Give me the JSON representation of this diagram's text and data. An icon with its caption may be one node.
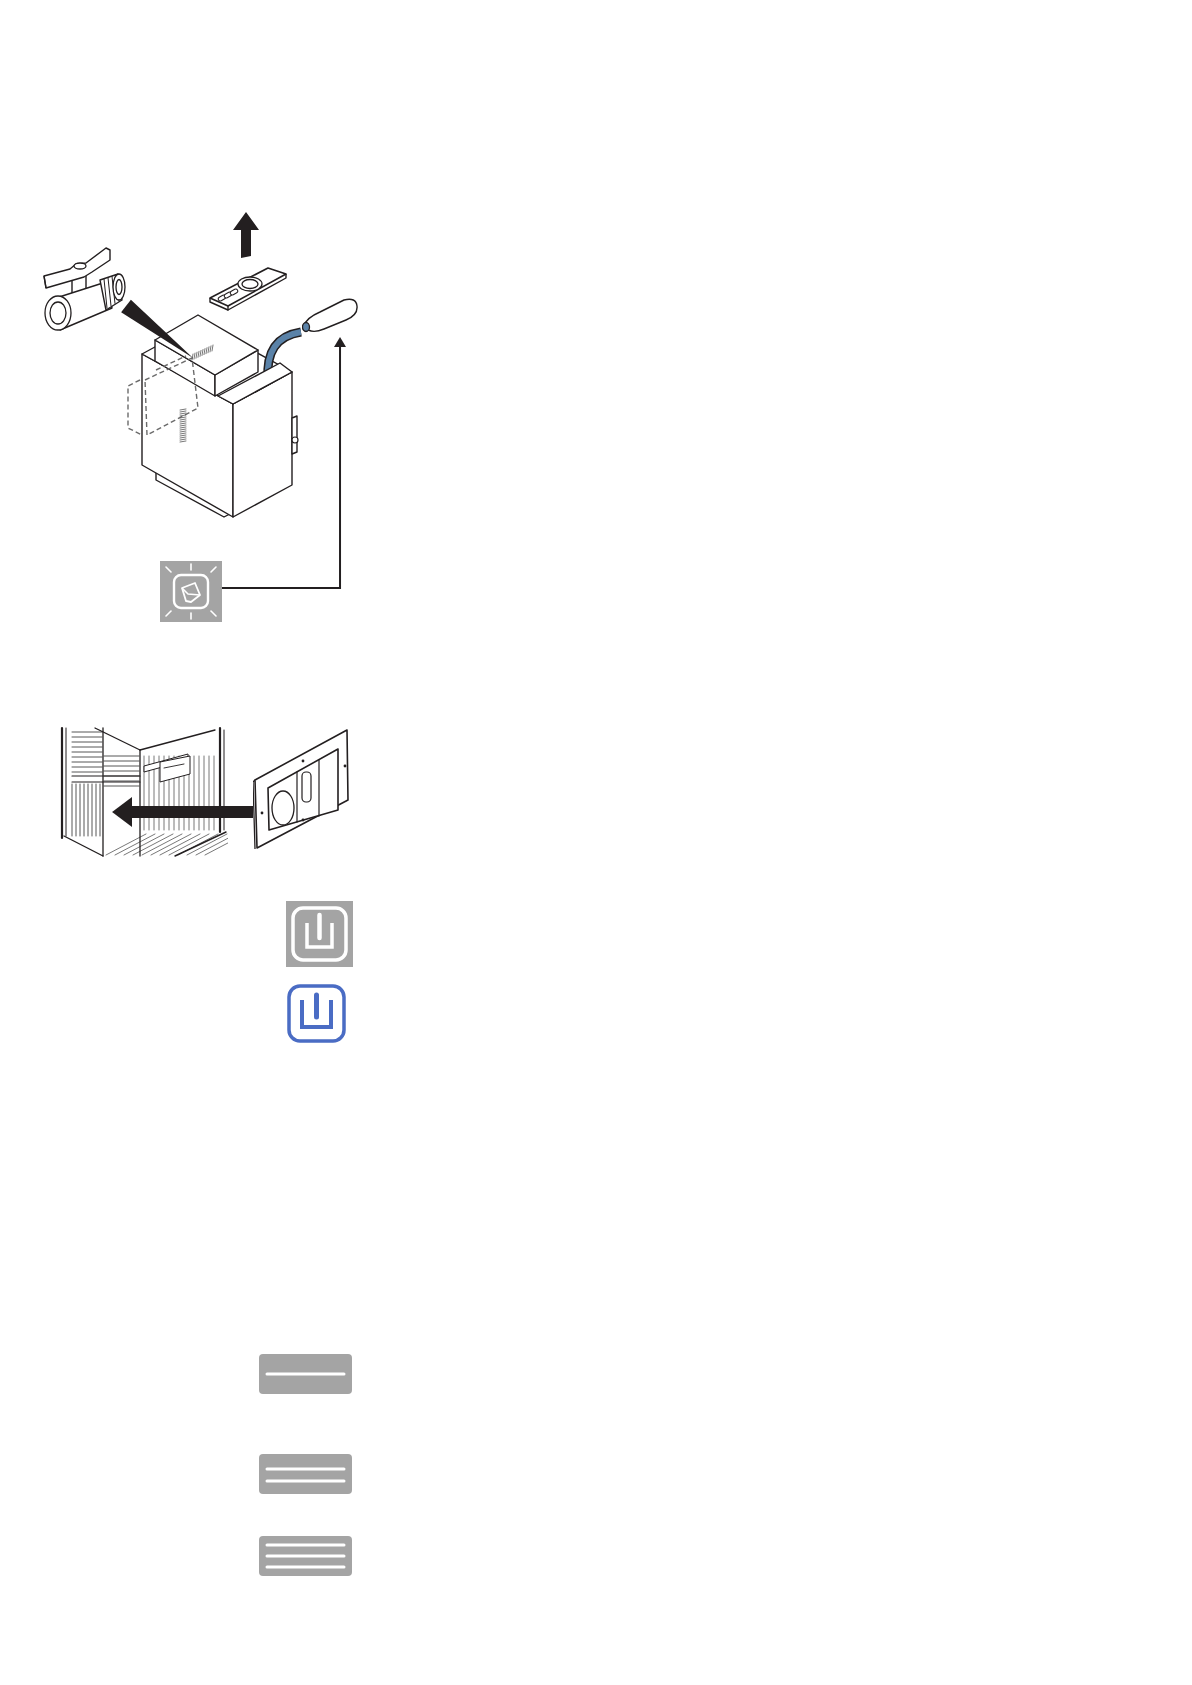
{
  "diagram": {
    "nodes": [
      {
        "text": [],
        "shape": "picture"
      },
      {
        "text": [],
        "shape": "picture"
      },
      {
        "text": [],
        "shape": "picture"
      },
      {
        "text": [],
        "shape": "picture"
      },
      {
        "text": [],
        "shape": "picture"
      },
      {
        "text": [],
        "shape": "picture"
      }
    ],
    "edges": [
      {
        "from": 0,
        "to": 2,
        "arrow": "none",
        "style": "thick"
      },
      {
        "from": 3,
        "to": 1,
        "arrow": "to"
      },
      {
        "from": 5,
        "to": 4,
        "arrow": "to",
        "style": "thick"
      }
    ]
  }
}
